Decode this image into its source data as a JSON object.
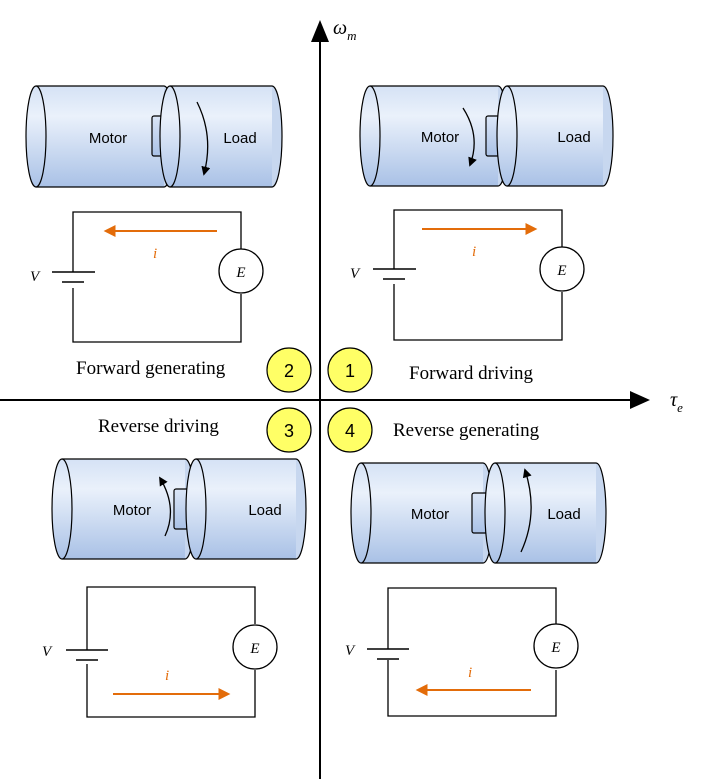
{
  "axes": {
    "x_label": "τ",
    "x_sub": "e",
    "y_label": "ω",
    "y_sub": "m"
  },
  "labels": {
    "motor": "Motor",
    "load": "Load",
    "voltage": "V",
    "current": "i",
    "emf": "E"
  },
  "quadrants": [
    {
      "number": "1",
      "name": "Forward driving"
    },
    {
      "number": "2",
      "name": "Forward generating"
    },
    {
      "number": "3",
      "name": "Reverse driving"
    },
    {
      "number": "4",
      "name": "Reverse generating"
    }
  ],
  "colors": {
    "axis": "#000000",
    "current_arrow": "#e36c0a",
    "badge_fill": "#ffff66",
    "cylinder_light": "#e6eefa",
    "cylinder_dark": "#b3c9ea"
  }
}
